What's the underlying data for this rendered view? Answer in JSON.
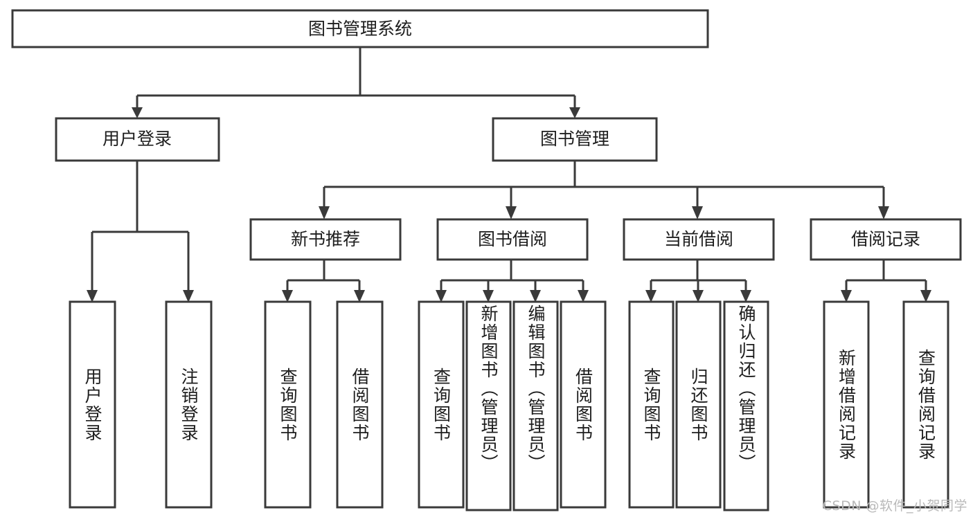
{
  "diagram": {
    "type": "tree",
    "title": "图书管理系统",
    "orientation": "top-down",
    "colors": {
      "stroke": "#3a3a3a",
      "box_fill": "#ffffff",
      "text": "#1d1d1d",
      "background": "#ffffff",
      "watermark": "#b9b9b9"
    },
    "root": {
      "id": "root",
      "label": "图书管理系统"
    },
    "level2": [
      {
        "id": "user-login",
        "label": "用户登录"
      },
      {
        "id": "book-manage",
        "label": "图书管理"
      }
    ],
    "level3": [
      {
        "id": "new-book-recommend",
        "label": "新书推荐",
        "parent": "book-manage"
      },
      {
        "id": "book-borrow",
        "label": "图书借阅",
        "parent": "book-manage"
      },
      {
        "id": "current-borrow",
        "label": "当前借阅",
        "parent": "book-manage"
      },
      {
        "id": "borrow-record",
        "label": "借阅记录",
        "parent": "book-manage"
      }
    ],
    "leaves": [
      {
        "id": "leaf-user-login",
        "label": "用户登录",
        "parent": "user-login"
      },
      {
        "id": "leaf-logout-login",
        "label": "注销登录",
        "parent": "user-login"
      },
      {
        "id": "leaf-query-book-1",
        "label": "查询图书",
        "parent": "new-book-recommend"
      },
      {
        "id": "leaf-borrow-book-1",
        "label": "借阅图书",
        "parent": "new-book-recommend"
      },
      {
        "id": "leaf-query-book-2",
        "label": "查询图书",
        "parent": "book-borrow"
      },
      {
        "id": "leaf-add-book",
        "label": "新增图书（管理员）",
        "parent": "book-borrow"
      },
      {
        "id": "leaf-edit-book",
        "label": "编辑图书（管理员）",
        "parent": "book-borrow"
      },
      {
        "id": "leaf-borrow-book-2",
        "label": "借阅图书",
        "parent": "book-borrow"
      },
      {
        "id": "leaf-query-book-3",
        "label": "查询图书",
        "parent": "current-borrow"
      },
      {
        "id": "leaf-return-book",
        "label": "归还图书",
        "parent": "current-borrow"
      },
      {
        "id": "leaf-confirm-return",
        "label": "确认归还（管理员）",
        "parent": "current-borrow"
      },
      {
        "id": "leaf-add-record",
        "label": "新增借阅记录",
        "parent": "borrow-record"
      },
      {
        "id": "leaf-query-record",
        "label": "查询借阅记录",
        "parent": "borrow-record"
      }
    ]
  },
  "watermark": {
    "text": "CSDN @软件_小贺同学"
  }
}
